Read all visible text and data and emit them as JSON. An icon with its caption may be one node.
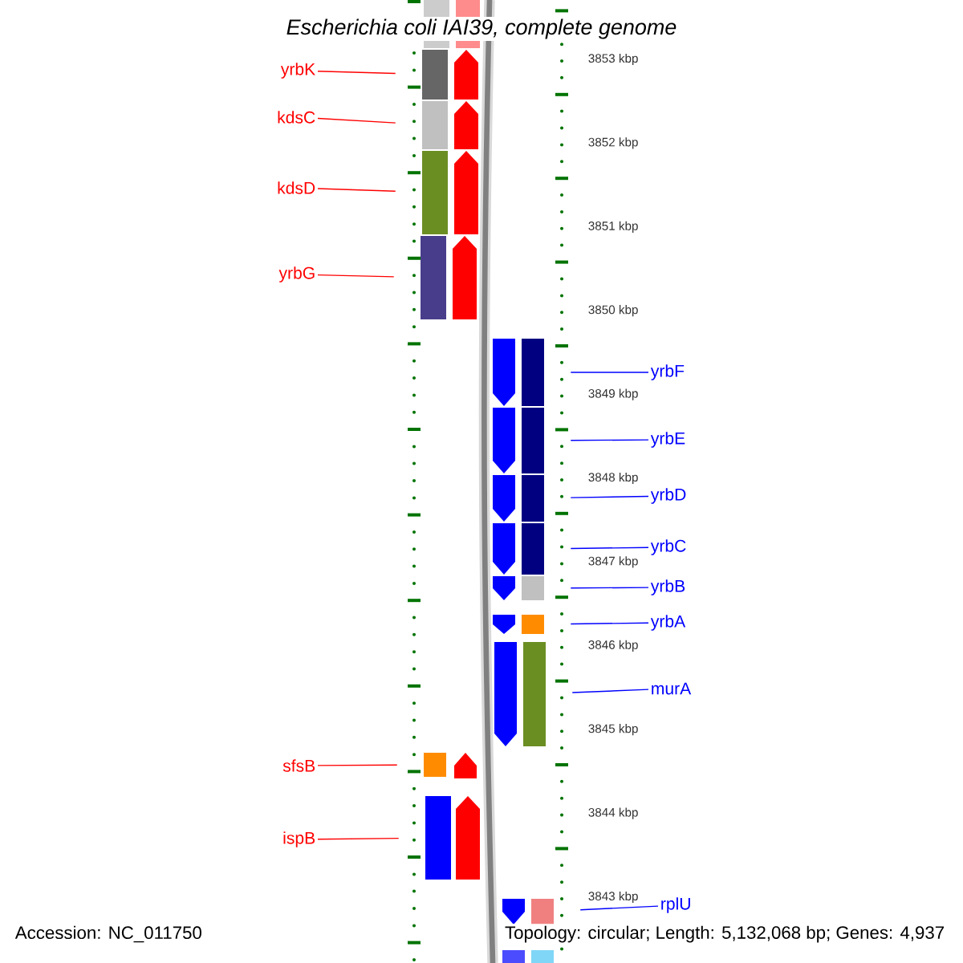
{
  "diagram": {
    "title": "Escherichia coli IAI39, complete genome",
    "nodes": [
      {
        "text": [
          "yrbK"
        ]
      },
      {
        "text": [],
        "shape": "bar"
      },
      {
        "text": [],
        "shape": "pentagon"
      },
      {
        "text": [
          "kdsC"
        ]
      },
      {
        "text": [],
        "shape": "bar"
      },
      {
        "text": [],
        "shape": "pentagon"
      },
      {
        "text": [
          "kdsD"
        ]
      },
      {
        "text": [],
        "shape": "bar"
      },
      {
        "text": [],
        "shape": "pentagon"
      },
      {
        "text": [
          "yrbG"
        ]
      },
      {
        "text": [],
        "shape": "bar"
      },
      {
        "text": [],
        "shape": "pentagon"
      },
      {
        "text": [
          "yrbF"
        ]
      },
      {
        "text": [],
        "shape": "pentagon"
      },
      {
        "text": [],
        "shape": "bar"
      },
      {
        "text": [
          "yrbE"
        ]
      },
      {
        "text": [],
        "shape": "pentagon"
      },
      {
        "text": [],
        "shape": "bar"
      },
      {
        "text": [
          "yrbD"
        ]
      },
      {
        "text": [],
        "shape": "pentagon"
      },
      {
        "text": [],
        "shape": "bar"
      },
      {
        "text": [
          "yrbC"
        ]
      },
      {
        "text": [],
        "shape": "pentagon"
      },
      {
        "text": [],
        "shape": "bar"
      },
      {
        "text": [
          "yrbB"
        ]
      },
      {
        "text": [],
        "shape": "pentagon"
      },
      {
        "text": [],
        "shape": "bar"
      },
      {
        "text": [
          "yrbA"
        ]
      },
      {
        "text": [],
        "shape": "pentagon"
      },
      {
        "text": [],
        "shape": "bar"
      },
      {
        "text": [
          "murA"
        ]
      },
      {
        "text": [],
        "shape": "pentagon"
      },
      {
        "text": [],
        "shape": "bar"
      },
      {
        "text": [
          "sfsB"
        ]
      },
      {
        "text": [],
        "shape": "bar"
      },
      {
        "text": [],
        "shape": "pentagon"
      },
      {
        "text": [
          "ispB"
        ]
      },
      {
        "text": [],
        "shape": "bar"
      },
      {
        "text": [],
        "shape": "pentagon"
      },
      {
        "text": [
          "rplU"
        ]
      },
      {
        "text": [],
        "shape": "pentagon"
      },
      {
        "text": [],
        "shape": "bar"
      }
    ],
    "edges": [
      {
        "from": 0,
        "to": 1,
        "arrow": "none",
        "color": "#ff0000"
      },
      {
        "from": 3,
        "to": 4,
        "arrow": "none",
        "color": "#ff0000"
      },
      {
        "from": 6,
        "to": 7,
        "arrow": "none",
        "color": "#ff0000"
      },
      {
        "from": 9,
        "to": 10,
        "arrow": "none",
        "color": "#ff0000"
      },
      {
        "from": 12,
        "to": 14,
        "arrow": "none"
      },
      {
        "from": 15,
        "to": 17,
        "arrow": "none"
      },
      {
        "from": 18,
        "to": 20,
        "arrow": "none"
      },
      {
        "from": 21,
        "to": 23,
        "arrow": "none"
      },
      {
        "from": 24,
        "to": 26,
        "arrow": "none"
      },
      {
        "from": 27,
        "to": 29,
        "arrow": "none"
      },
      {
        "from": 30,
        "to": 32,
        "arrow": "none"
      },
      {
        "from": 33,
        "to": 34,
        "arrow": "none",
        "color": "#ff0000"
      },
      {
        "from": 36,
        "to": 37,
        "arrow": "none",
        "color": "#ff0000"
      },
      {
        "from": 39,
        "to": 41,
        "arrow": "none"
      }
    ],
    "labels": [
      "3853 kbp",
      "3852 kbp",
      "3851 kbp",
      "3850 kbp",
      "3849 kbp",
      "3848 kbp",
      "3847 kbp",
      "3846 kbp",
      "3845 kbp",
      "3844 kbp",
      "3843 kbp",
      "Accession: NC_011750",
      "Topology: circular; Length: 5,132,068 bp; Genes: 4,937"
    ]
  }
}
